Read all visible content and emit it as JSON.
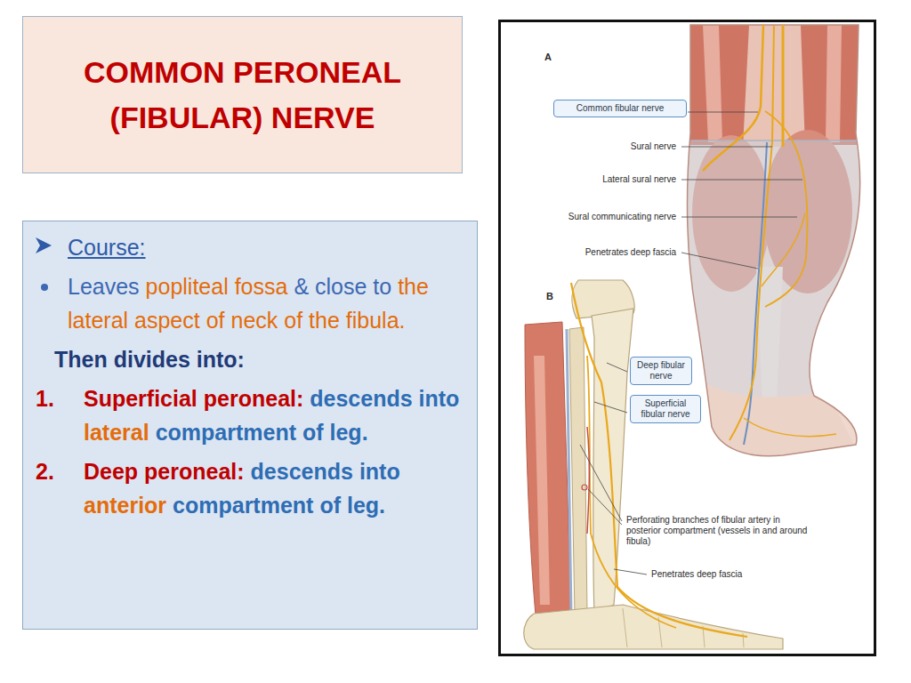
{
  "diagram": {
    "title": "COMMON PERONEAL (FIBULAR) NERVE",
    "nodes": [
      {
        "text": [
          "Course:",
          "Leaves popliteal fossa & close to the lateral aspect of neck of the fibula.",
          "Then divides into:",
          "1.",
          "Superficial peroneal: descends into lateral compartment of leg.",
          "2.",
          "Deep peroneal: descends into anterior compartment of leg."
        ]
      },
      {
        "text": [
          "Common fibular nerve"
        ]
      },
      {
        "text": [
          "Deep fibular nerve"
        ]
      },
      {
        "text": [
          "Superficial fibular nerve"
        ]
      }
    ],
    "labels": [
      "A",
      "Sural nerve",
      "Lateral sural nerve",
      "Sural communicating nerve",
      "Penetrates deep fascia",
      "B",
      "Perforating branches of fibular artery in posterior compartment (vessels in and around fibula)",
      "Penetrates deep fascia"
    ]
  }
}
